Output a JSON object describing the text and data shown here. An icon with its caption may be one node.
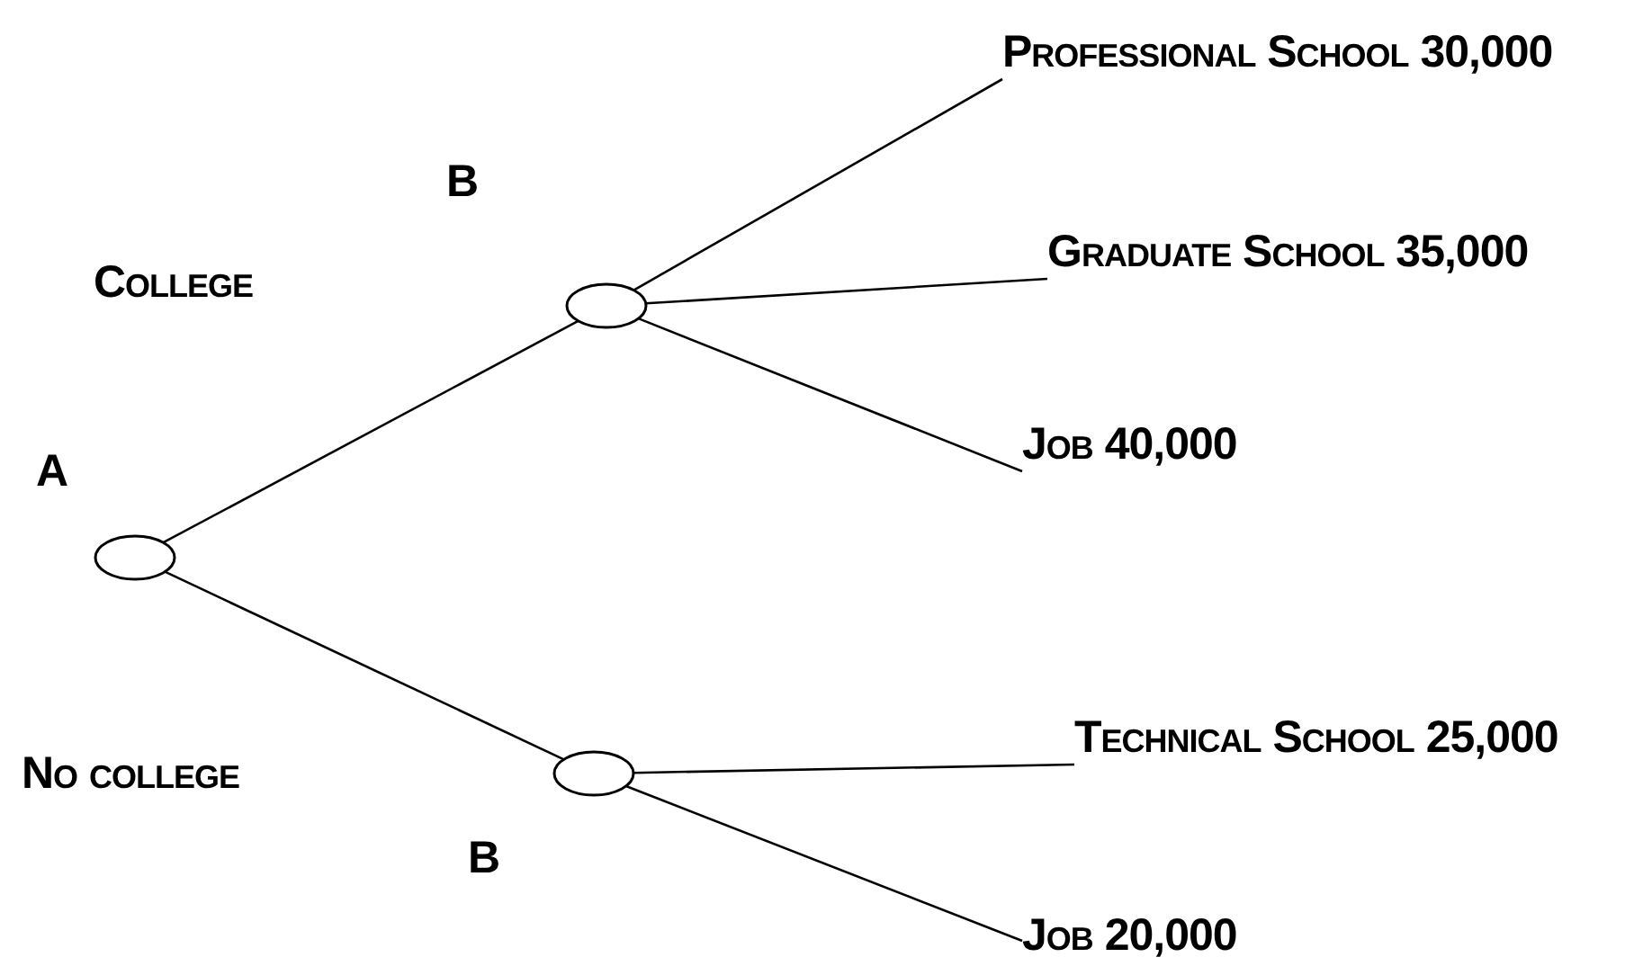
{
  "diagram": {
    "nodes": [
      {
        "text": [],
        "shape": "circle",
        "beside": [
          "A"
        ]
      },
      {
        "text": [],
        "shape": "circle",
        "beside": [
          "B"
        ]
      },
      {
        "text": [
          "Professional School 30,000"
        ]
      },
      {
        "text": [
          "Graduate School 35,000"
        ]
      },
      {
        "text": [
          "Job 40,000"
        ]
      },
      {
        "text": [],
        "shape": "circle",
        "beside": [
          "B"
        ]
      },
      {
        "text": [
          "Technical School 25,000"
        ]
      },
      {
        "text": [
          "Job 20,000"
        ]
      }
    ],
    "edges": [
      {
        "from": 0,
        "to": 1,
        "arrow": "none",
        "label": "College"
      },
      {
        "from": 1,
        "to": 2,
        "arrow": "none"
      },
      {
        "from": 1,
        "to": 3,
        "arrow": "none"
      },
      {
        "from": 1,
        "to": 4,
        "arrow": "none"
      },
      {
        "from": 0,
        "to": 5,
        "arrow": "none",
        "label": "No college"
      },
      {
        "from": 5,
        "to": 6,
        "arrow": "none"
      },
      {
        "from": 5,
        "to": 7,
        "arrow": "none"
      }
    ]
  }
}
